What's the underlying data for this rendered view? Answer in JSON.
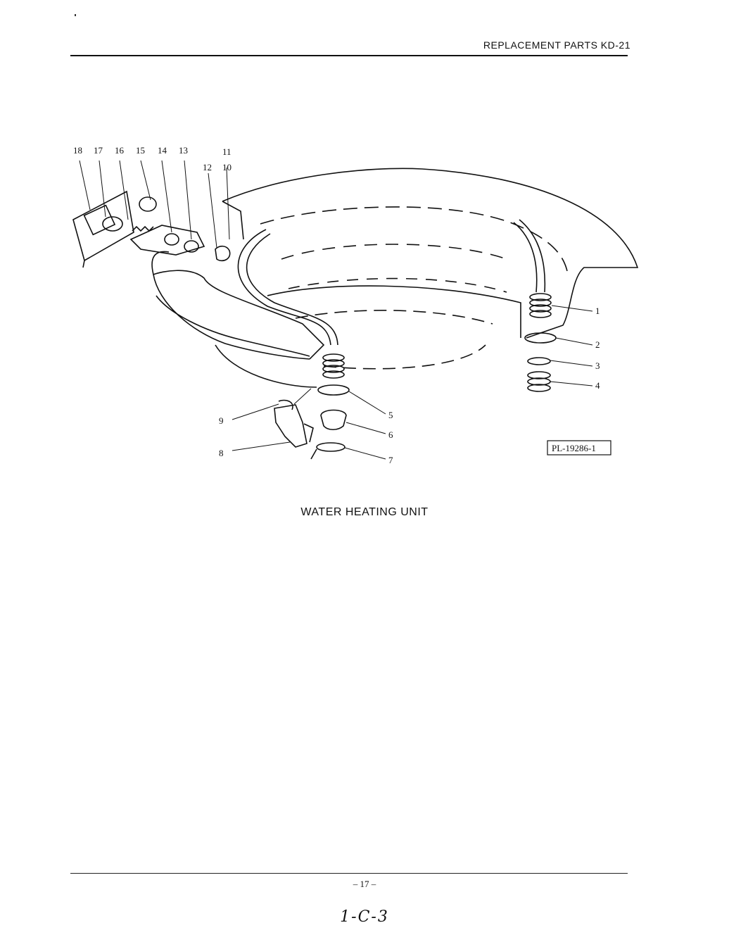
{
  "header": {
    "title": "REPLACEMENT PARTS KD-21"
  },
  "figure": {
    "caption": "WATER HEATING UNIT",
    "plate_id": "PL-19286-1",
    "callouts": [
      "1",
      "2",
      "3",
      "4",
      "5",
      "6",
      "7",
      "8",
      "9",
      "10",
      "11",
      "12",
      "13",
      "14",
      "15",
      "16",
      "17",
      "18"
    ]
  },
  "footer": {
    "page_number": "– 17 –",
    "handwritten_ref": "1-C-3"
  }
}
